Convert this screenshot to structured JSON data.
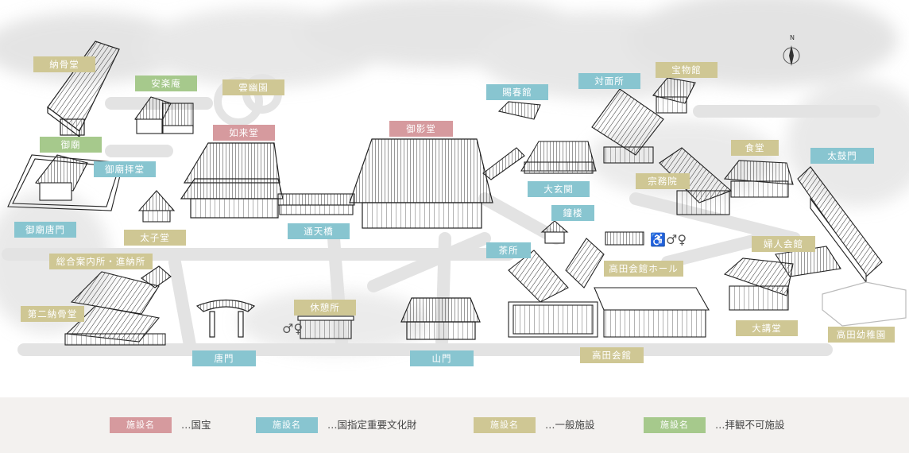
{
  "colors": {
    "national_treasure": "#d69a9e",
    "important_cultural_property": "#88c5d0",
    "general": "#cfc794",
    "no_viewing": "#a6c98c"
  },
  "labels": {
    "noukotsudo": "納骨堂",
    "anrakuan": "安楽庵",
    "unyuen": "雲幽園",
    "nyoraido": "如来堂",
    "goeido": "御影堂",
    "shishunkan": "賜春館",
    "taimenjo": "対面所",
    "homotsukan": "宝物館",
    "gobyo": "御廟",
    "gobyo_haido": "御廟拝堂",
    "gobyo_karamon": "御廟唐門",
    "taishido": "太子堂",
    "tsutenkyo": "通天橋",
    "daigenkan": "大玄関",
    "shumuin": "宗務院",
    "jikido": "食堂",
    "taikomon": "太鼓門",
    "shoro": "鐘楼",
    "chasho": "茶所",
    "takada_hall": "高田会館ホール",
    "fujinkaikan": "婦人会館",
    "sogo_annaijo": "総合案内所・進納所",
    "daini_noukotsudo": "第二納骨堂",
    "kyukeijo": "休憩所",
    "karamon": "唐門",
    "sanmon": "山門",
    "takada_kaikan": "高田会館",
    "daikodo": "大講堂",
    "takada_kindergarten": "高田幼稚園"
  },
  "compass": {
    "north_label": "N",
    "icon": "compass-rose-icon"
  },
  "icons": {
    "accessible": "wheelchair-icon",
    "restroom": "restroom-icon"
  },
  "legend": [
    {
      "swatch": "施設名",
      "text": "…国宝"
    },
    {
      "swatch": "施設名",
      "text": "…国指定重要文化財"
    },
    {
      "swatch": "施設名",
      "text": "…一般施設"
    },
    {
      "swatch": "施設名",
      "text": "…拝観不可施設"
    }
  ]
}
